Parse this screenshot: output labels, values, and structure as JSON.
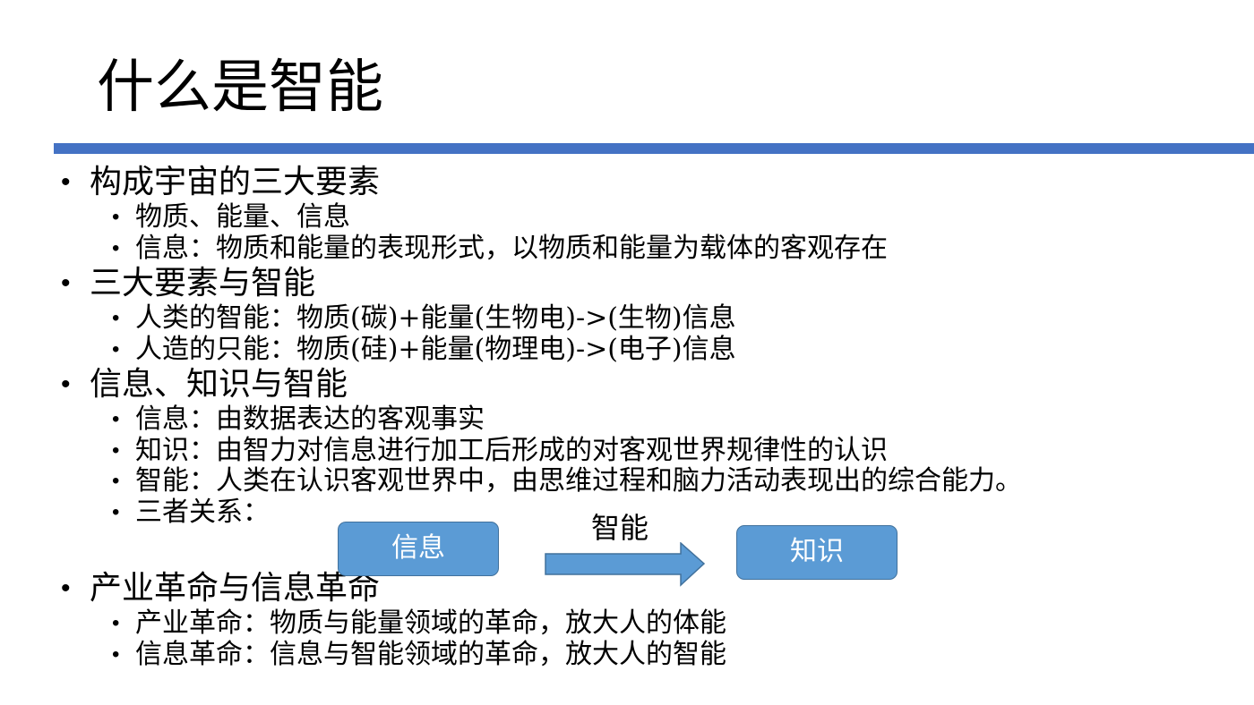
{
  "colors": {
    "accent": "#4472c4",
    "box_fill": "#5b9bd5",
    "box_border": "#41719c",
    "text": "#000000"
  },
  "slide": {
    "title": "什么是智能",
    "sections": [
      {
        "heading": "构成宇宙的三大要素",
        "items": [
          "物质、能量、信息",
          "信息：物质和能量的表现形式，以物质和能量为载体的客观存在"
        ]
      },
      {
        "heading": "三大要素与智能",
        "items": [
          "人类的智能：物质(碳)+能量(生物电)->(生物)信息",
          "人造的只能：物质(硅)+能量(物理电)->(电子)信息"
        ]
      },
      {
        "heading": "信息、知识与智能",
        "items": [
          "信息：由数据表达的客观事实",
          "知识：由智力对信息进行加工后形成的对客观世界规律性的认识",
          "智能：人类在认识客观世界中，由思维过程和脑力活动表现出的综合能力。",
          "三者关系："
        ]
      },
      {
        "heading": "产业革命与信息革命",
        "items": [
          "产业革命：物质与能量领域的革命，放大人的体能",
          "信息革命：信息与智能领域的革命，放大人的智能"
        ]
      }
    ]
  },
  "diagram": {
    "source": "信息",
    "arrow_label": "智能",
    "target": "知识"
  }
}
